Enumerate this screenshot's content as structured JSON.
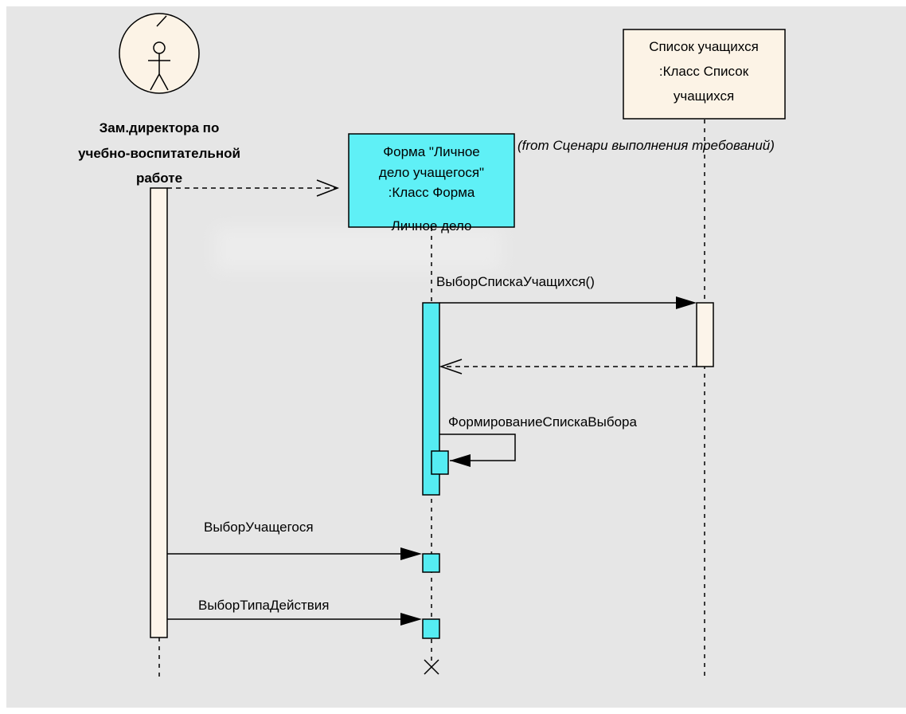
{
  "colors": {
    "background": "#e6e6e6",
    "activation_beige": "#fcf4ea",
    "activation_cyan": "#55ecf2",
    "object_cyan": "#5ff0f6",
    "object_beige": "#fcf3e6"
  },
  "actor": {
    "icon": "stick-figure-actor-icon",
    "name_lines": [
      "Зам.директора по",
      "учебно-воспитательной",
      "работе"
    ]
  },
  "objects": {
    "form": {
      "lines": [
        "Форма \"Личное",
        "дело учащегося\"",
        ":Класс Форма",
        "Личное дело"
      ]
    },
    "list": {
      "lines": [
        "Список учащихся",
        ":Класс Список",
        "учащихся"
      ]
    }
  },
  "note": "(from Сценари выполнения требований)",
  "messages": {
    "m1": "ВыборСпискаУчащихся()",
    "m2": "ФормированиеСпискаВыбора",
    "m3": "ВыборУчащегося",
    "m4": "ВыборТипаДействия"
  }
}
